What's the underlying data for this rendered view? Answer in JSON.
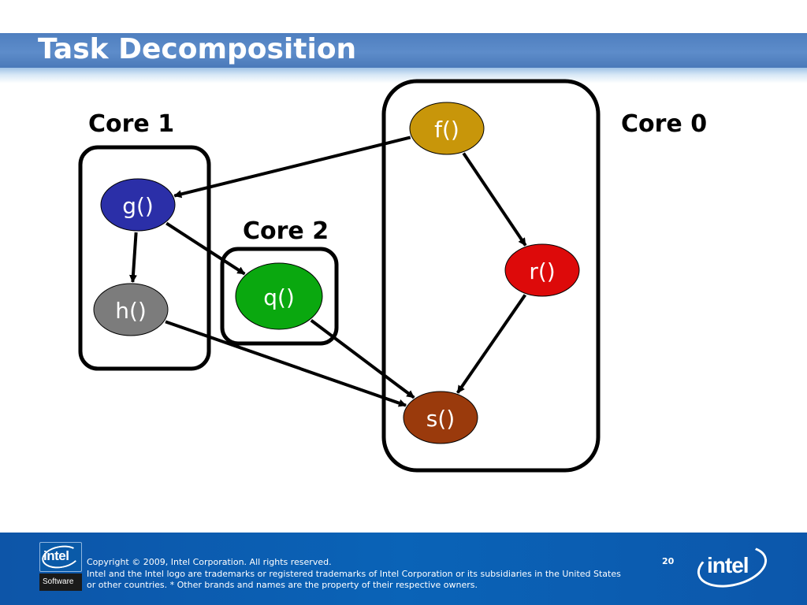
{
  "slide": {
    "title": "Task Decomposition",
    "page_number": "20"
  },
  "diagram": {
    "cores": [
      {
        "id": "core1",
        "label": "Core 1"
      },
      {
        "id": "core2",
        "label": "Core 2"
      },
      {
        "id": "core0",
        "label": "Core 0"
      }
    ],
    "nodes": [
      {
        "id": "f",
        "label": "f()",
        "color": "#c8960a",
        "core": "core0"
      },
      {
        "id": "g",
        "label": "g()",
        "color": "#2b2fa8",
        "core": "core1"
      },
      {
        "id": "h",
        "label": "h()",
        "color": "#7c7c7c",
        "core": "core1"
      },
      {
        "id": "q",
        "label": "q()",
        "color": "#0aa80f",
        "core": "core2"
      },
      {
        "id": "r",
        "label": "r()",
        "color": "#dd0a0a",
        "core": "core0"
      },
      {
        "id": "s",
        "label": "s()",
        "color": "#9a3a0c",
        "core": "core0"
      }
    ],
    "edges": [
      {
        "from": "f",
        "to": "g"
      },
      {
        "from": "f",
        "to": "r"
      },
      {
        "from": "g",
        "to": "h"
      },
      {
        "from": "g",
        "to": "q"
      },
      {
        "from": "r",
        "to": "s"
      },
      {
        "from": "q",
        "to": "s"
      },
      {
        "from": "h",
        "to": "s"
      }
    ]
  },
  "footer": {
    "line1": "Copyright © 2009, Intel Corporation. All rights reserved.",
    "line2": "Intel and the Intel logo are trademarks or registered trademarks of Intel Corporation or its subsidiaries in the United States",
    "line3": "or other countries. * Other brands and names are the property of their respective owners.",
    "logo_small_word": "intel",
    "logo_small_sub": "Software",
    "logo_big_word": "intel"
  }
}
